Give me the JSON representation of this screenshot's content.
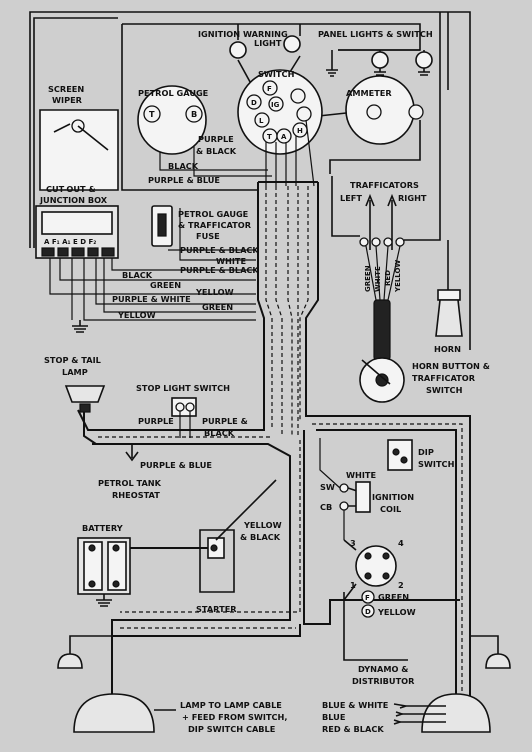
{
  "labels": {
    "ignition_warning_light": [
      "IGNITION WARNING",
      "LIGHT"
    ],
    "panel_lights_switch": "PANEL LIGHTS & SWITCH",
    "screen_wiper": [
      "SCREEN",
      "WIPER"
    ],
    "petrol_gauge": "PETROL GAUGE",
    "switch": "SWITCH",
    "ammeter": "AMMETER",
    "cutout_junction_box": [
      "CUT-OUT &",
      "JUNCTION BOX"
    ],
    "junction_terminals": "A F₁ A₁ E D F₂",
    "purple_black_gauge": [
      "PURPLE",
      "& BLACK"
    ],
    "black_gauge": "BLACK",
    "purple_blue_gauge": "PURPLE & BLUE",
    "fuse": [
      "PETROL GAUGE",
      "& TRAFFICATOR",
      "FUSE"
    ],
    "trafficators": "TRAFFICATORS",
    "trafficator_left": "LEFT",
    "trafficator_right": "RIGHT",
    "wire_purple_black_1": "PURPLE & BLACK",
    "wire_white": "WHITE",
    "wire_purple_black_2": "PURPLE & BLACK",
    "wire_black": "BLACK",
    "wire_green_1": "GREEN",
    "wire_yellow_1": "YELLOW",
    "wire_purple_white": "PURPLE & WHITE",
    "wire_green_2": "GREEN",
    "wire_yellow_2": "YELLOW",
    "traff_wire_colors": [
      "GREEN",
      "WHITE",
      "RED",
      "YELLOW"
    ],
    "horn": "HORN",
    "horn_button": [
      "HORN BUTTON &",
      "TRAFFICATOR",
      "SWITCH"
    ],
    "stop_tail_lamp": [
      "STOP & TAIL",
      "LAMP"
    ],
    "stop_light_switch": "STOP LIGHT SWITCH",
    "purple_sls": "PURPLE",
    "purple_black_sls": [
      "PURPLE &",
      "BLACK"
    ],
    "purple_blue_tank": "PURPLE & BLUE",
    "petrol_tank_rheostat": [
      "PETROL TANK",
      "RHEOSTAT"
    ],
    "dip_switch": [
      "DIP",
      "SWITCH"
    ],
    "white_coil": "WHITE",
    "ignition_coil": [
      "IGNITION",
      "COIL"
    ],
    "sw_cb": [
      "SW",
      "CB"
    ],
    "battery": "BATTERY",
    "yellow_black_starter": [
      "YELLOW",
      "& BLACK"
    ],
    "starter": "STARTER",
    "dist_numbers": [
      "3",
      "4",
      "1",
      "2"
    ],
    "dynamo_green": "GREEN",
    "dynamo_yellow": "YELLOW",
    "dynamo_f": "F",
    "dynamo_d": "D",
    "dynamo_distributor": [
      "DYNAMO &",
      "DISTRIBUTOR"
    ],
    "lamp_cable": [
      "LAMP TO LAMP CABLE",
      "+ FEED FROM SWITCH,",
      "DIP SWITCH CABLE"
    ],
    "blue_white": "BLUE & WHITE",
    "blue": "BLUE",
    "red_black": "RED & BLACK",
    "gauge_terminals": [
      "T",
      "B"
    ],
    "switch_terminals": [
      "F",
      "IG",
      "D",
      "L",
      "T",
      "A",
      "H"
    ]
  }
}
